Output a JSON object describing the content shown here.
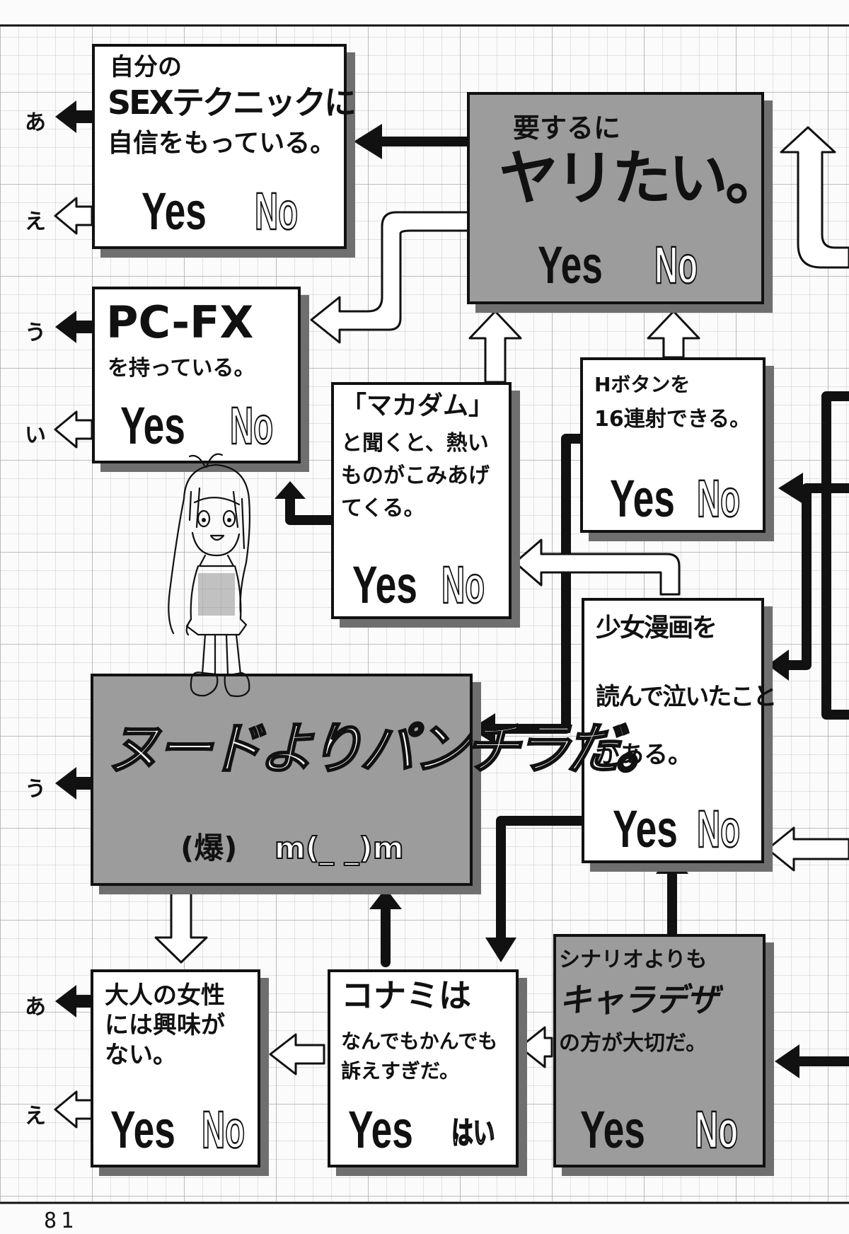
{
  "page_number": "81",
  "side_labels": [
    "あ",
    "え",
    "う",
    "い",
    "う",
    "あ",
    "え"
  ],
  "boxes": {
    "sex": {
      "line1": "自分の",
      "line2": "SEXテクニックに",
      "line3": "自信をもっている。",
      "yes": "Yes",
      "no": "No"
    },
    "yaritai": {
      "line1": "要するに",
      "line2": "ヤリたい。",
      "yes": "Yes",
      "no": "No"
    },
    "pcfx": {
      "line1": "PC-FX",
      "line2": "を持っている。",
      "yes": "Yes",
      "no": "No"
    },
    "makadamu": {
      "line1": "「マカダム」",
      "line2": "と聞くと、熱い",
      "line3": "ものがこみあげ",
      "line4": "てくる。",
      "yes": "Yes",
      "no": "No"
    },
    "hbutton": {
      "line1": "Hボタンを",
      "line2": "16連射できる。",
      "yes": "Yes",
      "no": "No"
    },
    "shoujo": {
      "line1": "少女漫画を",
      "line2": "読んで泣いたこと",
      "line3": "がある。",
      "yes": "Yes",
      "no": "No"
    },
    "nude": {
      "line1": "ヌードよりパンチラだ。",
      "sub_left": "(爆)",
      "sub_right": "m(_ _)m"
    },
    "otona": {
      "line1": "大人の女性",
      "line2": "には興味が",
      "line3": "ない。",
      "yes": "Yes",
      "no": "No"
    },
    "konami": {
      "line1": "コナミは",
      "line2": "なんでもかんでも",
      "line3": "訴えすぎだ。",
      "yes": "Yes",
      "no": "はい"
    },
    "chara": {
      "line1": "シナリオよりも",
      "line2": "キャラデザ",
      "line3": "の方が大切だ。",
      "yes": "Yes",
      "no": "No"
    }
  }
}
